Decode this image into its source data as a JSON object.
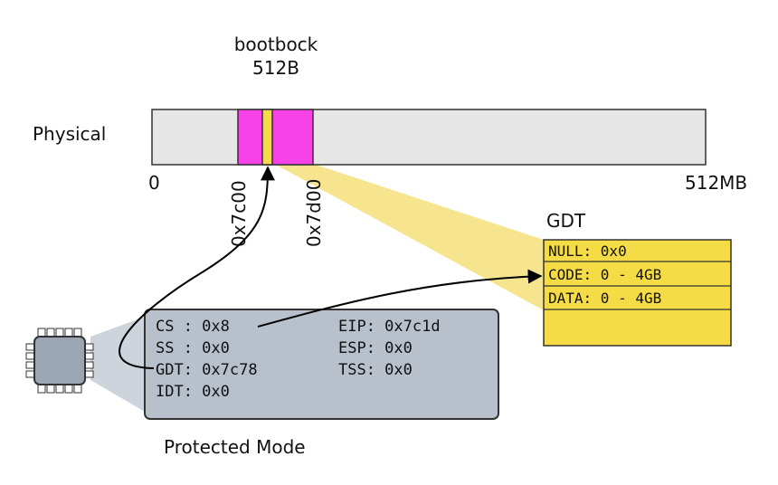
{
  "bootblock": {
    "title": "bootbock",
    "size": "512B"
  },
  "memory": {
    "label": "Physical",
    "start": "0",
    "end": "512MB",
    "addr_a": "0x7c00",
    "addr_b": "0x7d00"
  },
  "gdt": {
    "title": "GDT",
    "entries": [
      "NULL: 0x0",
      "CODE: 0 - 4GB",
      "DATA: 0 - 4GB",
      ""
    ]
  },
  "cpu": {
    "caption": "Protected Mode",
    "registers_left": [
      "CS : 0x8",
      "SS : 0x0",
      "GDT: 0x7c78",
      "IDT: 0x0"
    ],
    "registers_right": [
      "EIP: 0x7c1d",
      "ESP: 0x0",
      "TSS: 0x0"
    ]
  },
  "colors": {
    "memory_bar": "#e6e6e6",
    "bootblock": "#f542e6",
    "gdt_yellow": "#f5dc46",
    "zoom_beam": "#f5e07a",
    "register_panel": "#b8c0cc",
    "chip": "#9aa6b4"
  }
}
